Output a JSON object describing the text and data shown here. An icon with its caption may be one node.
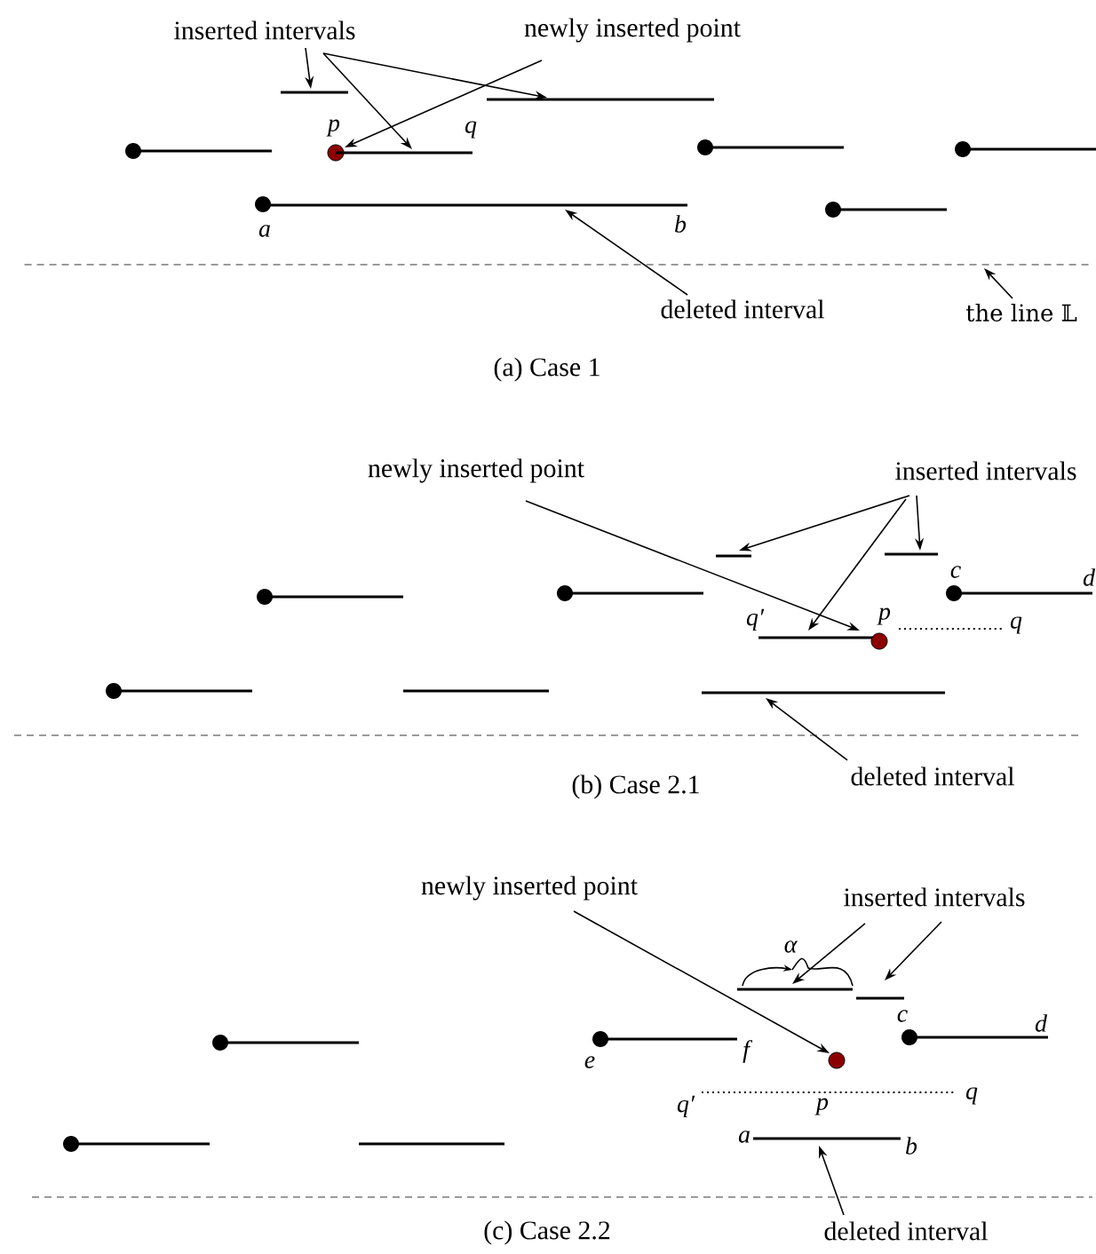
{
  "diagram": {
    "nodes": [
      {
        "text": [
          "inserted intervals"
        ]
      },
      {
        "text": [
          "newly inserted point"
        ]
      },
      {
        "text": [],
        "shape": "bar"
      },
      {
        "text": [],
        "shape": "bar"
      },
      {
        "text": [],
        "shape": "circle"
      },
      {
        "text": [],
        "shape": "bar"
      },
      {
        "text": [],
        "shape": "bar",
        "beside": [
          "a",
          "b"
        ]
      },
      {
        "text": [
          "deleted interval"
        ]
      },
      {
        "text": [],
        "shape": "line"
      },
      {
        "text": [
          "the line 𝕃"
        ]
      },
      {
        "text": [
          "newly inserted point"
        ]
      },
      {
        "text": [
          "inserted intervals"
        ]
      },
      {
        "text": [],
        "shape": "bar"
      },
      {
        "text": [],
        "shape": "bar"
      },
      {
        "text": [],
        "shape": "bar"
      },
      {
        "text": [],
        "shape": "circle"
      },
      {
        "text": [],
        "shape": "bar"
      },
      {
        "text": [
          "deleted interval"
        ]
      },
      {
        "text": [
          "newly inserted point"
        ]
      },
      {
        "text": [
          "inserted intervals"
        ]
      },
      {
        "text": [],
        "shape": "bar"
      },
      {
        "text": [],
        "shape": "bar"
      },
      {
        "text": [],
        "shape": "circle"
      },
      {
        "text": [],
        "shape": "bar",
        "beside": [
          "a",
          "b"
        ]
      },
      {
        "text": [
          "deleted interval"
        ]
      }
    ],
    "edges": [
      {
        "from": 0,
        "to": 2,
        "arrow": "to"
      },
      {
        "from": 0,
        "to": 3,
        "arrow": "to"
      },
      {
        "from": 0,
        "to": 5,
        "arrow": "to"
      },
      {
        "from": 1,
        "to": 4,
        "arrow": "to"
      },
      {
        "from": 7,
        "to": 6,
        "arrow": "to"
      },
      {
        "from": 9,
        "to": 8,
        "arrow": "to"
      },
      {
        "from": 10,
        "to": 15,
        "arrow": "to"
      },
      {
        "from": 11,
        "to": 12,
        "arrow": "to"
      },
      {
        "from": 11,
        "to": 14,
        "arrow": "to"
      },
      {
        "from": 11,
        "to": 13,
        "arrow": "to"
      },
      {
        "from": 17,
        "to": 16,
        "arrow": "to"
      },
      {
        "from": 18,
        "to": 22,
        "arrow": "to"
      },
      {
        "from": 19,
        "to": 20,
        "arrow": "to"
      },
      {
        "from": 19,
        "to": 21,
        "arrow": "to"
      },
      {
        "from": 24,
        "to": 23,
        "arrow": "to"
      }
    ],
    "labels": [
      "p",
      "q",
      "(a) Case 1",
      "c",
      "d",
      "q′",
      "p",
      "q",
      "(b) Case 2.1",
      "α",
      "c",
      "d",
      "e",
      "f",
      "q′",
      "p",
      "q",
      "(c) Case 2.2"
    ]
  }
}
